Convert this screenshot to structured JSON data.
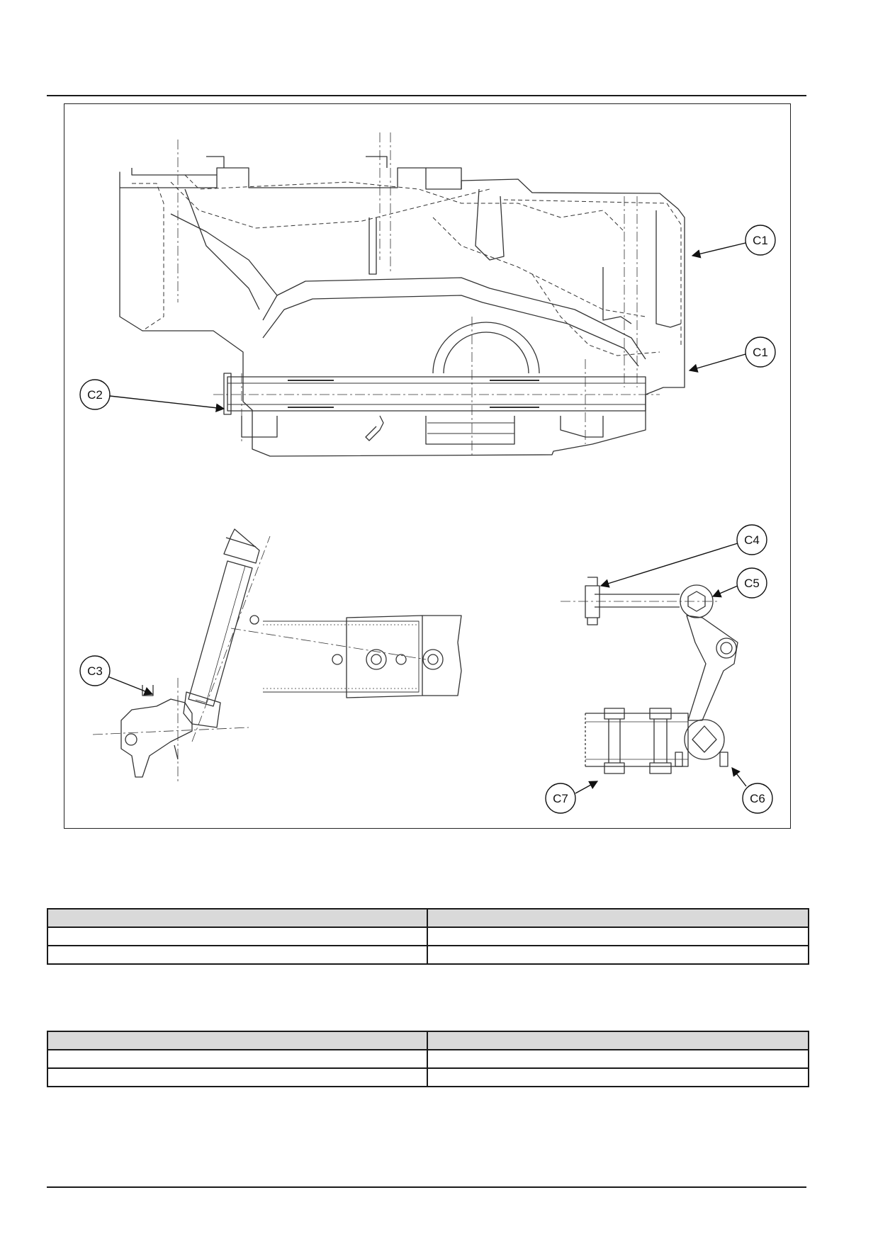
{
  "figure": {
    "callouts": [
      {
        "id": "c1a",
        "label": "C1"
      },
      {
        "id": "c1b",
        "label": "C1"
      },
      {
        "id": "c2",
        "label": "C2"
      },
      {
        "id": "c3",
        "label": "C3"
      },
      {
        "id": "c4",
        "label": "C4"
      },
      {
        "id": "c5",
        "label": "C5"
      },
      {
        "id": "c6",
        "label": "C6"
      },
      {
        "id": "c7",
        "label": "C7"
      }
    ]
  },
  "tables": [
    {
      "header": [
        "",
        ""
      ],
      "rows": [
        [
          "",
          ""
        ],
        [
          "",
          ""
        ]
      ]
    },
    {
      "header": [
        "",
        ""
      ],
      "rows": [
        [
          "",
          ""
        ],
        [
          "",
          ""
        ]
      ]
    }
  ]
}
